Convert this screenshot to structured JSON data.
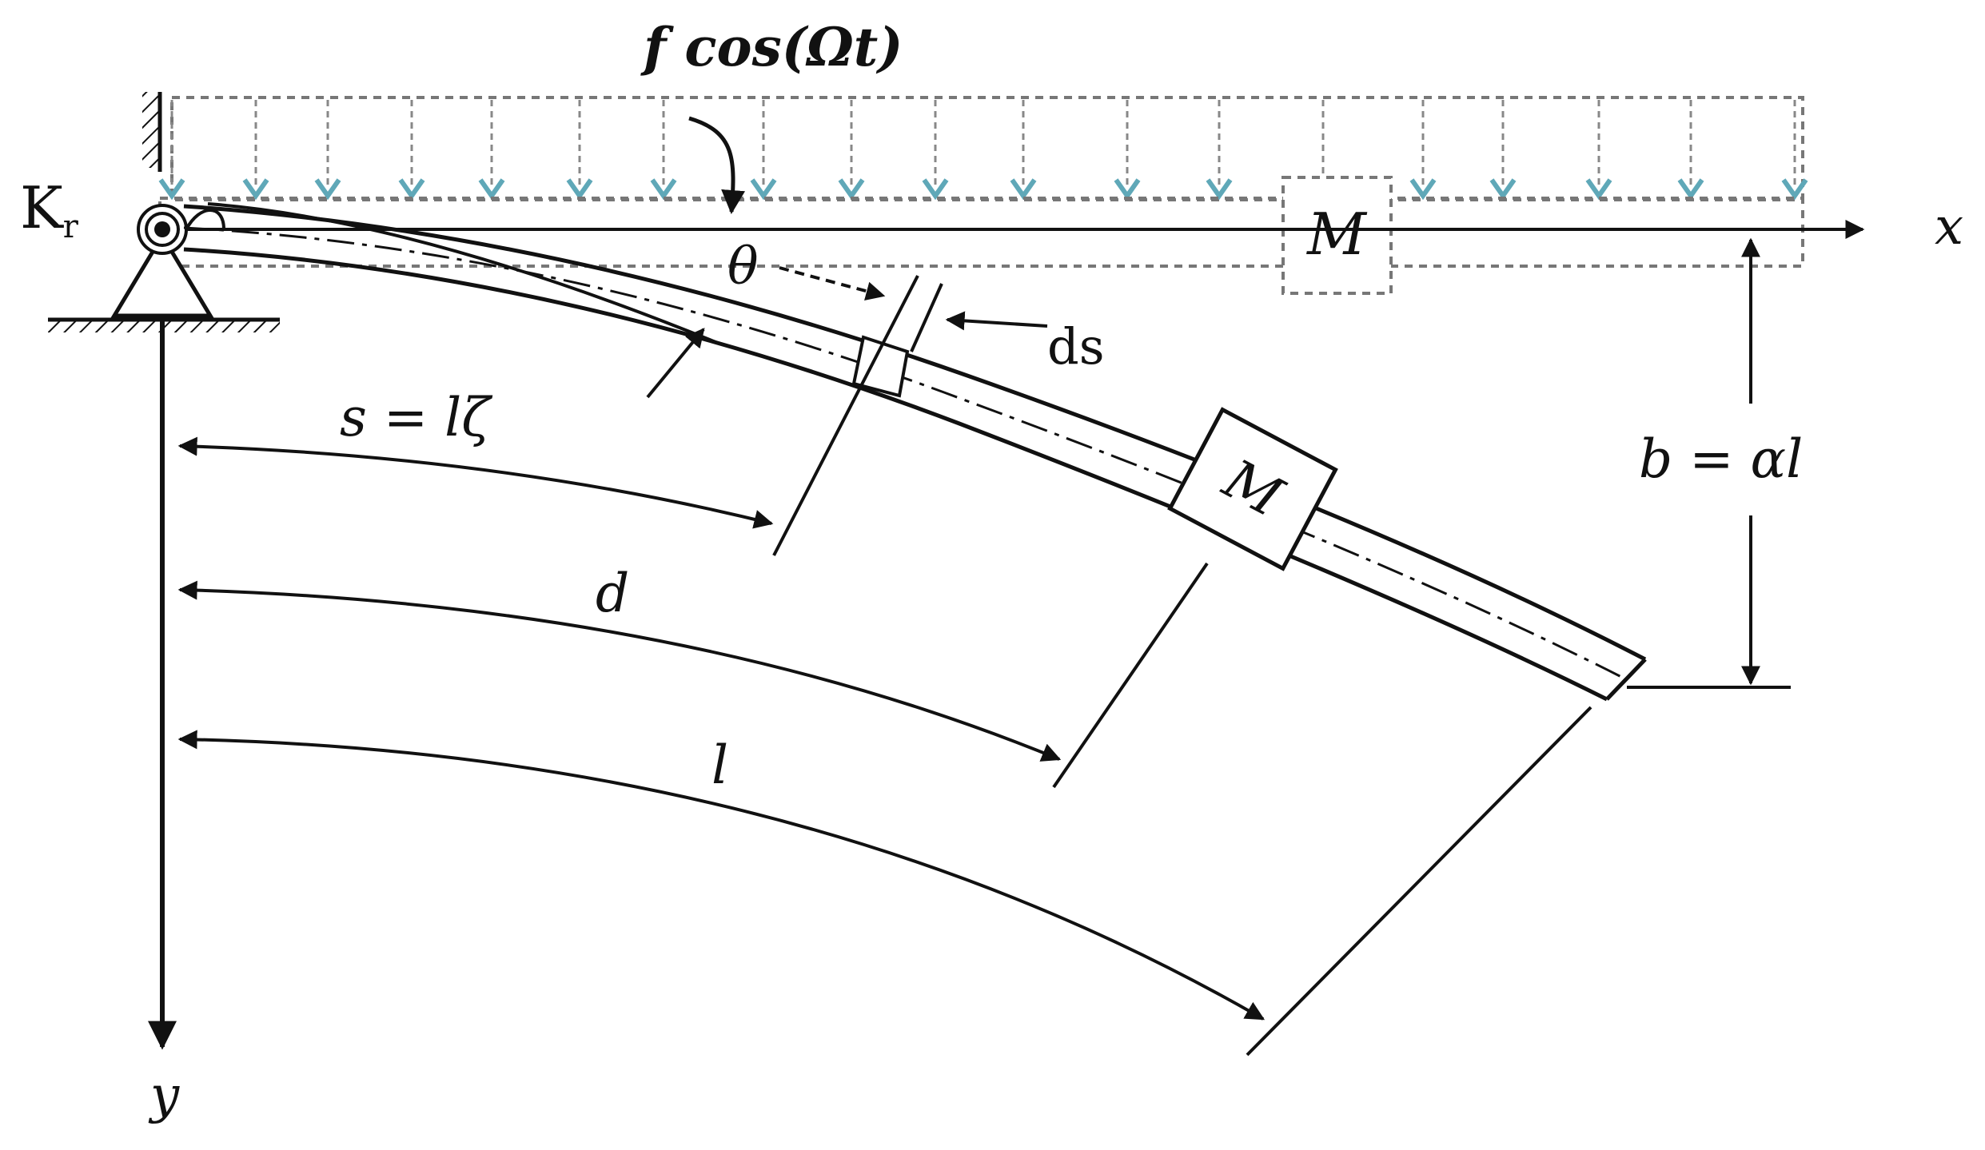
{
  "labels": {
    "load": "f cos(Ωt)",
    "stiffness": "K",
    "stiffness_sub": "r",
    "x_axis": "x",
    "y_axis": "y",
    "theta": "θ",
    "ds": "ds",
    "arc_s": "s = lζ",
    "arc_d": "d",
    "arc_l": "l",
    "height_b": "b = αl",
    "mass_undeformed": "M",
    "mass_deformed": "M"
  },
  "colors": {
    "line": "#111111",
    "load_arrow": "#5fa8b8",
    "load_dashed": "#777777"
  }
}
